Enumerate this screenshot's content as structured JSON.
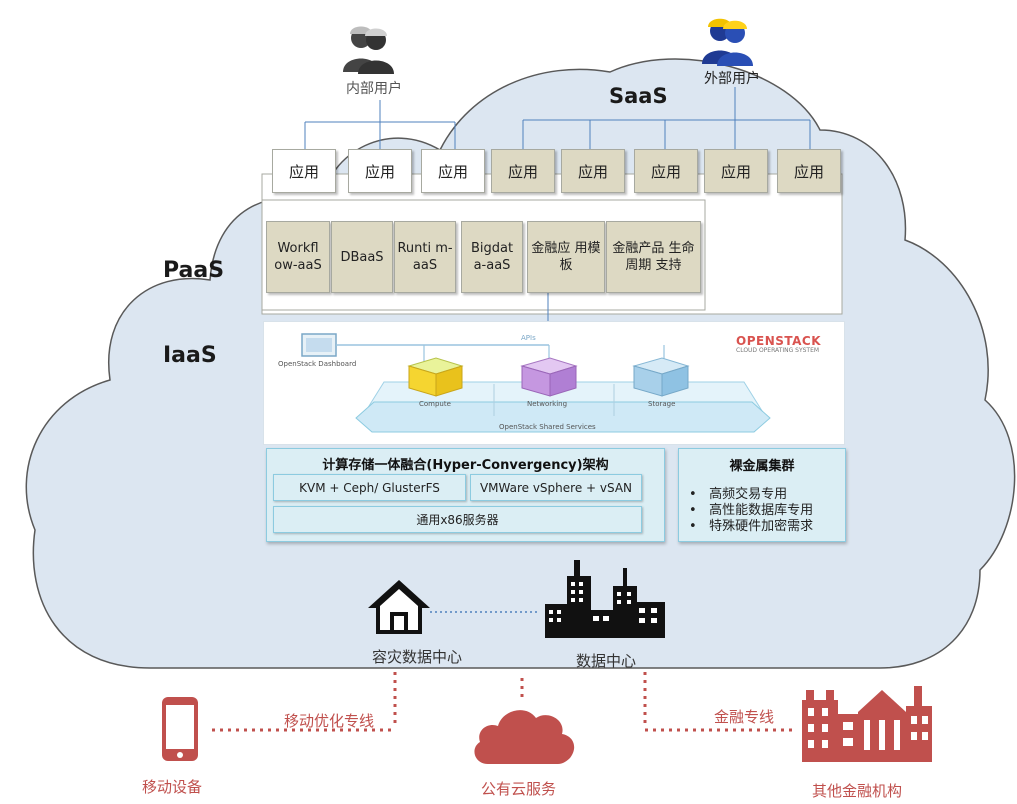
{
  "users": {
    "internal_label": "内部用户",
    "external_label": "外部用户"
  },
  "layers": {
    "saas": "SaaS",
    "paas": "PaaS",
    "iaas": "IaaS"
  },
  "apps": [
    "应用",
    "应用",
    "应用",
    "应用",
    "应用",
    "应用",
    "应用",
    "应用"
  ],
  "paas_services": [
    "Workfl ow-aaS",
    "DBaaS",
    "Runti m-aaS",
    "Bigdat a-aaS",
    "金融应 用模板",
    "金融产品 生命周期 支持"
  ],
  "openstack": {
    "brand": "OPENSTACK",
    "subtitle": "CLOUD OPERATING SYSTEM",
    "dashboard": "OpenStack Dashboard",
    "apis": "APIs",
    "compute": "Compute",
    "networking": "Networking",
    "storage": "Storage",
    "shared": "OpenStack Shared Services"
  },
  "hci": {
    "title": "计算存储一体融合(Hyper-Convergency)架构",
    "kvm": "KVM + Ceph/ GlusterFS",
    "vmware": "VMWare vSphere + vSAN",
    "x86": "通用x86服务器"
  },
  "baremetal": {
    "title": "裸金属集群",
    "items": [
      "高频交易专用",
      "高性能数据库专用",
      "特殊硬件加密需求"
    ]
  },
  "datacenters": {
    "dr": "容灾数据中心",
    "main": "数据中心"
  },
  "external": {
    "mobile_line": "移动优化专线",
    "finance_line": "金融专线",
    "mobile_device": "移动设备",
    "public_cloud": "公有云服务",
    "other_institutions": "其他金融机构"
  },
  "colors": {
    "cloud_fill": "#dce6f1",
    "app_tan": "#ddd9c3",
    "panel_blue": "#dbeef4",
    "red_accent": "#c0504d"
  }
}
